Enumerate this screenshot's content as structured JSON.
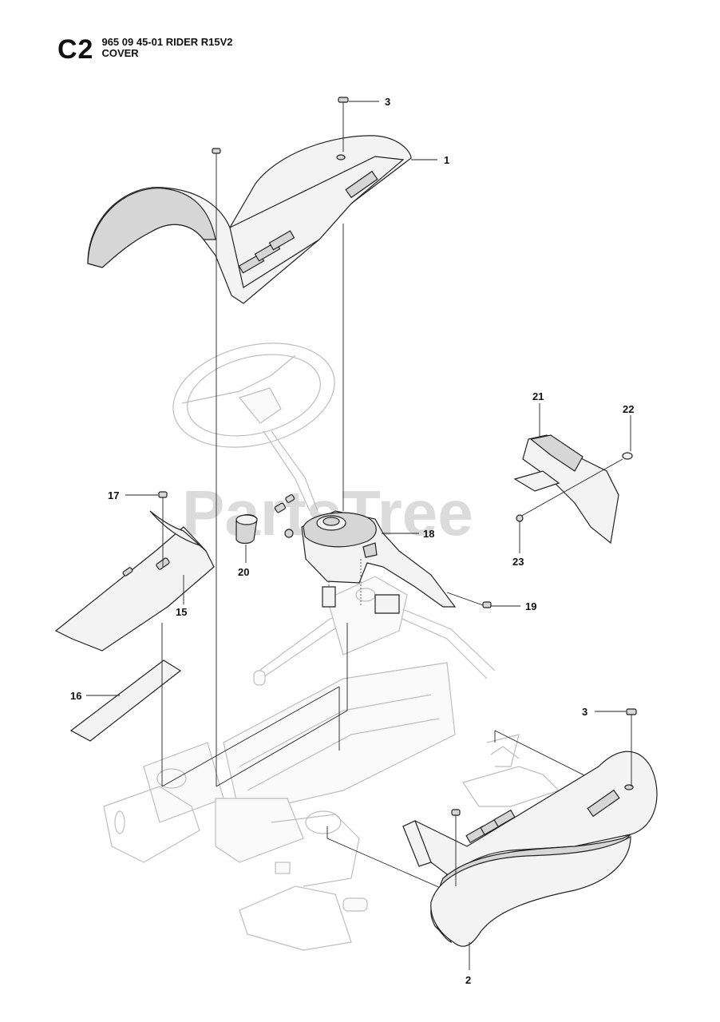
{
  "header": {
    "section_code": "C2",
    "model_line": "965 09 45-01 RIDER R15V2",
    "section_title": "COVER"
  },
  "watermark": "PartsTree",
  "callouts": [
    {
      "id": "1",
      "label": "1"
    },
    {
      "id": "2",
      "label": "2"
    },
    {
      "id": "3a",
      "label": "3"
    },
    {
      "id": "3b",
      "label": "3"
    },
    {
      "id": "15",
      "label": "15"
    },
    {
      "id": "16",
      "label": "16"
    },
    {
      "id": "17",
      "label": "17"
    },
    {
      "id": "18",
      "label": "18"
    },
    {
      "id": "19",
      "label": "19"
    },
    {
      "id": "20",
      "label": "20"
    },
    {
      "id": "21",
      "label": "21"
    },
    {
      "id": "22",
      "label": "22"
    },
    {
      "id": "23",
      "label": "23"
    }
  ]
}
